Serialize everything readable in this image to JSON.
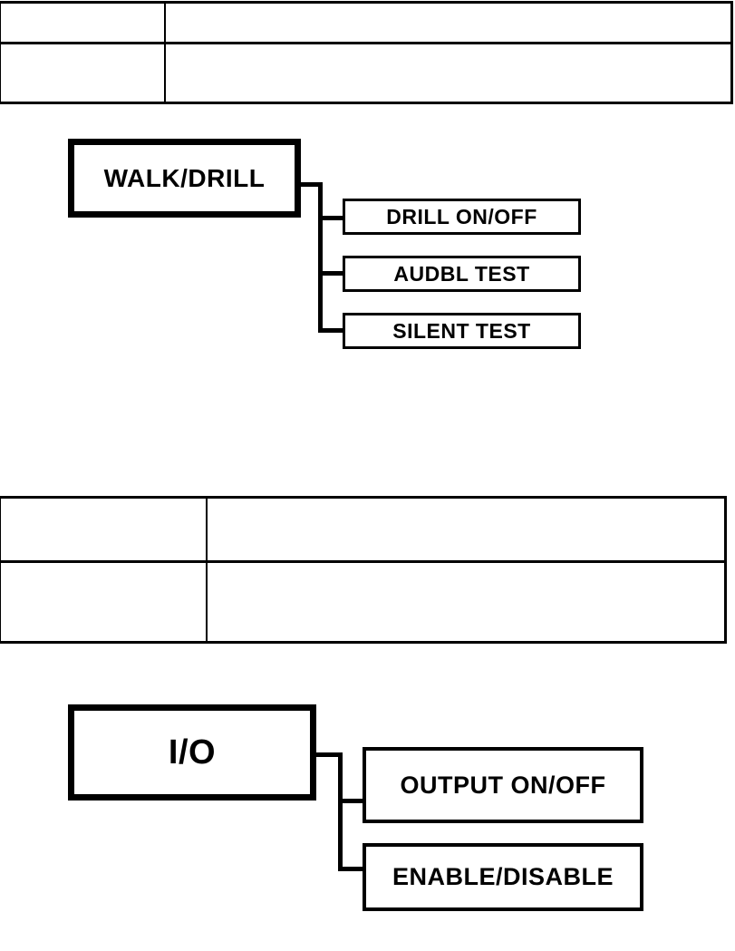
{
  "page": {
    "background": "#ffffff",
    "line_color": "#000000"
  },
  "top_table": {
    "rows": [
      {
        "cells": [
          "",
          ""
        ]
      },
      {
        "cells": [
          "",
          ""
        ]
      }
    ]
  },
  "walk_drill_diagram": {
    "root_label": "WALK/DRILL",
    "children": [
      {
        "label": "DRILL ON/OFF"
      },
      {
        "label": "AUDBL TEST"
      },
      {
        "label": "SILENT TEST"
      }
    ]
  },
  "middle_table": {
    "rows": [
      {
        "cells": [
          "",
          ""
        ]
      },
      {
        "cells": [
          "",
          ""
        ]
      }
    ]
  },
  "io_diagram": {
    "root_label": "I/O",
    "children": [
      {
        "label": "OUTPUT ON/OFF"
      },
      {
        "label": "ENABLE/DISABLE"
      }
    ]
  }
}
